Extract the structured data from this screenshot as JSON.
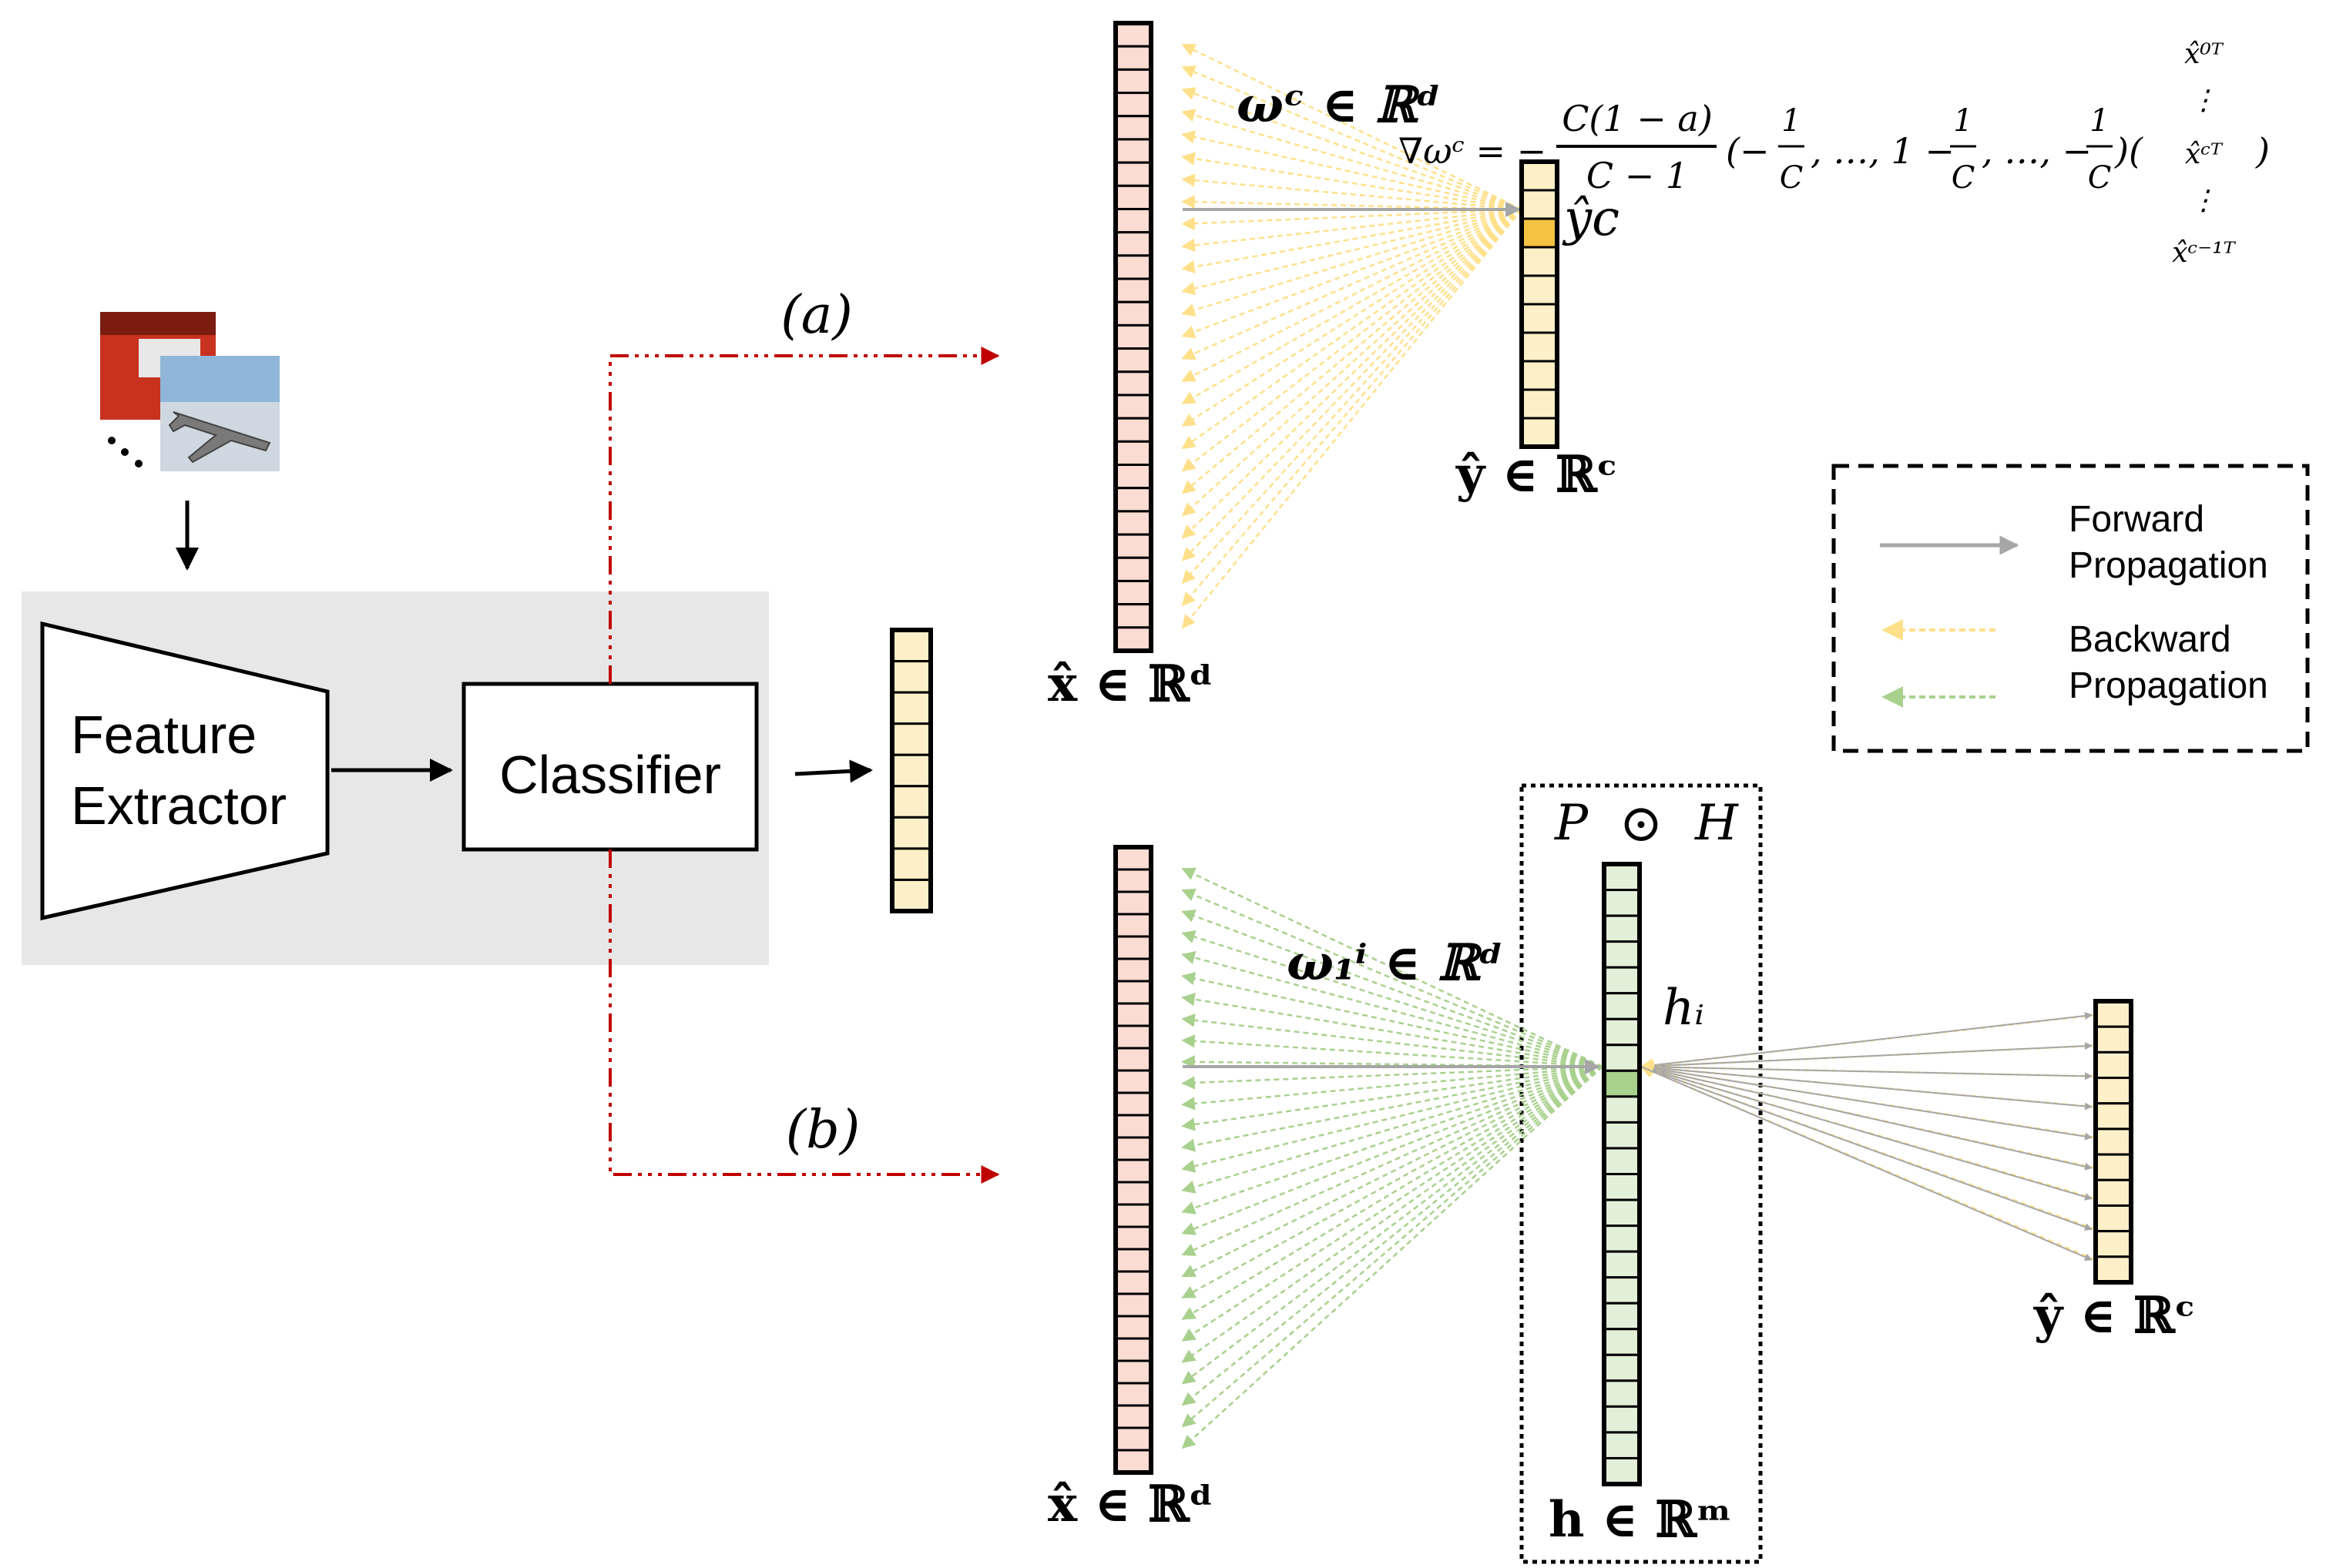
{
  "pipeline": {
    "feature_extractor_lines": [
      "Feature",
      "Extractor"
    ],
    "classifier_label": "Classifier",
    "branch_a_label": "(a)",
    "branch_b_label": "(b)"
  },
  "panel_a": {
    "input_label": "x̂ ∈ ℝᵈ",
    "output_label": "ŷ ∈ ℝᶜ",
    "weight_label": "ωᶜ ∈ ℝᵈ",
    "selected_output_label": "ŷc",
    "gradient": {
      "lhs": "∇ωᶜ = −",
      "numerator": "C(1 − a)",
      "denominator": "C − 1",
      "vector_open": "(−",
      "frac_one": "1",
      "frac_c": "C",
      "sep1": ", …, 1 −",
      "sep2": ", …, −",
      "vector_close": ")(",
      "matrix_close": ")",
      "matrix_rows": [
        "x̂⁰ᵀ",
        "⋮",
        "x̂ᶜᵀ",
        "⋮",
        "x̂ᶜ⁻¹ᵀ"
      ]
    }
  },
  "panel_b": {
    "input_label": "x̂ ∈ ℝᵈ",
    "weight_label": "ω₁ⁱ ∈ ℝᵈ",
    "hidden_label": "h ∈ ℝᵐ",
    "hidden_unit_label": "hᵢ",
    "op_p": "P",
    "op_dot": "⊙",
    "op_h": "H",
    "output_label": "ŷ ∈ ℝᶜ"
  },
  "legend": {
    "forward_lines": [
      "Forward",
      "Propagation"
    ],
    "backward_lines": [
      "Backward",
      "Propagation"
    ]
  },
  "colors": {
    "input_cell": "#fadcd2",
    "output_cell": "#fdf0c8",
    "hidden_cell": "#e2efd9",
    "highlight_output": "#f5c242",
    "highlight_hidden": "#a9d18e",
    "forward_arrow": "#a6a6a6",
    "backward_yellow": "#ffe08a",
    "backward_green": "#a9d18e",
    "branch_line": "#c00000",
    "panel_bg": "#e7e7e7"
  }
}
